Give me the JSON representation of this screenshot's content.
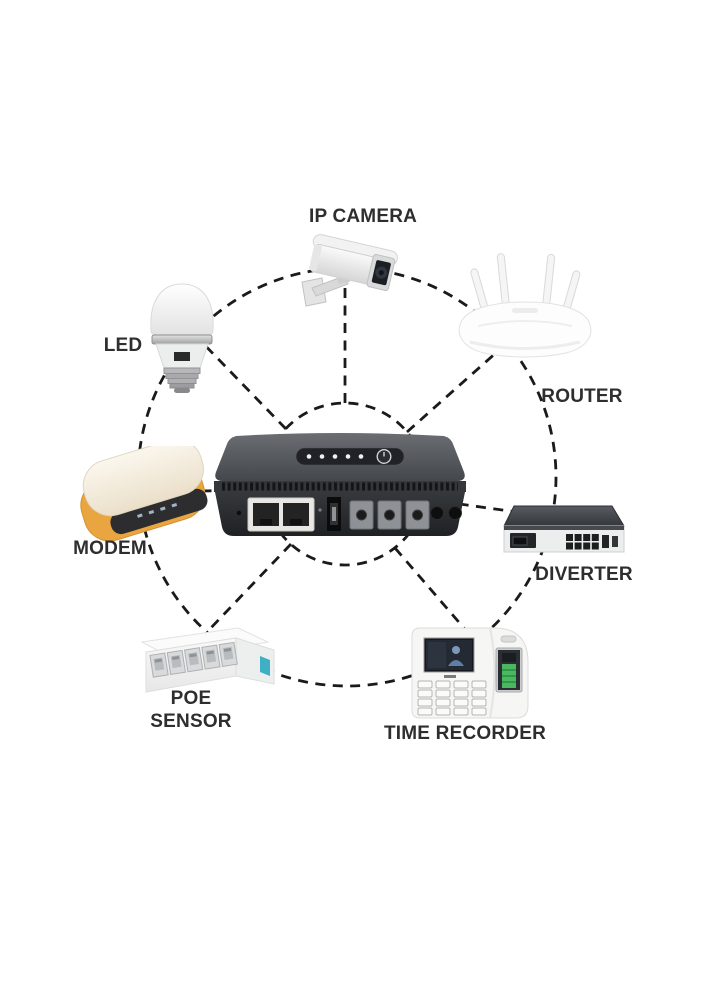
{
  "diagram": {
    "type": "hub-and-spoke-connectivity",
    "colors": {
      "background_color": "#ffffff",
      "connector_color": "#1a1a1a",
      "label_color": "#2e2e2e",
      "modem_yellow": "#e9a53f",
      "poe_teal": "#3fb0c4",
      "scanner_green": "#49b860"
    },
    "hub": {
      "icon": "mini-ups-hub-icon",
      "status_led_count": 5,
      "visible_ports": {
        "rj45": 2,
        "usb": 1,
        "dc_out": 3,
        "dc_jack": 2
      }
    },
    "nodes": [
      {
        "id": "ip-camera",
        "label": "IP CAMERA",
        "icon": "cctv-camera-icon"
      },
      {
        "id": "router",
        "label": "ROUTER",
        "icon": "wifi-router-icon"
      },
      {
        "id": "led",
        "label": "LED",
        "icon": "led-bulb-icon"
      },
      {
        "id": "modem",
        "label": "MODEM",
        "icon": "modem-icon"
      },
      {
        "id": "diverter",
        "label": "DIVERTER",
        "icon": "rack-switch-icon"
      },
      {
        "id": "poe-sensor",
        "label_line1": "POE",
        "label_line2": "SENSOR",
        "icon": "poe-switch-icon"
      },
      {
        "id": "time-recorder",
        "label": "TIME RECORDER",
        "icon": "fingerprint-time-recorder-icon"
      }
    ]
  }
}
